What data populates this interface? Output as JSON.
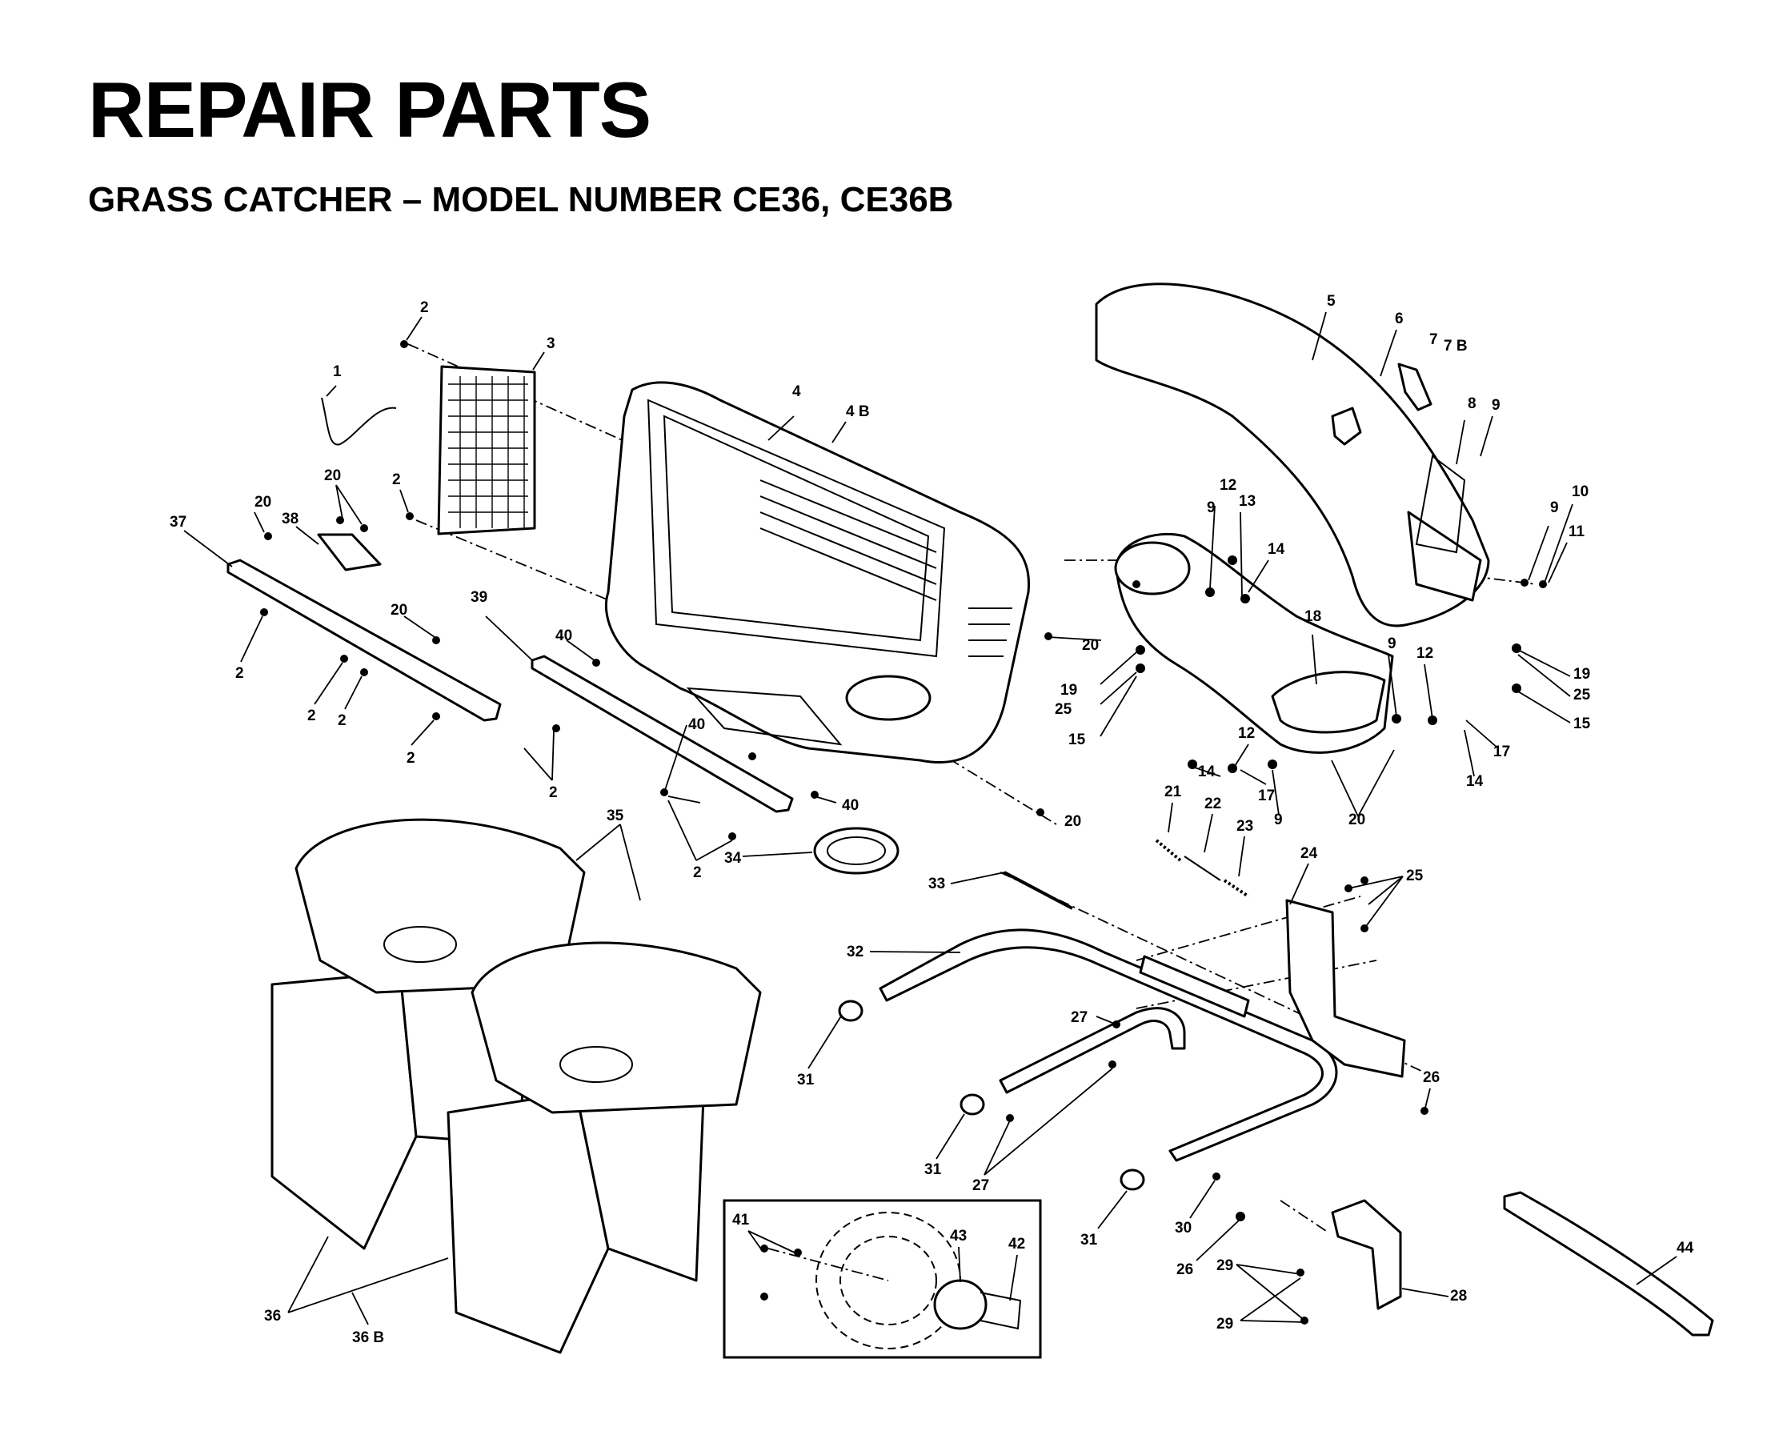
{
  "header": {
    "title": "REPAIR PARTS",
    "subtitle": "GRASS CATCHER – MODEL NUMBER CE36, CE36B"
  },
  "callouts": [
    {
      "id": "c1",
      "text": "1"
    },
    {
      "id": "c2a",
      "text": "2"
    },
    {
      "id": "c3",
      "text": "3"
    },
    {
      "id": "c2b",
      "text": "2"
    },
    {
      "id": "c20a",
      "text": "20"
    },
    {
      "id": "c20b",
      "text": "20"
    },
    {
      "id": "c38",
      "text": "38"
    },
    {
      "id": "c37",
      "text": "37"
    },
    {
      "id": "c2c",
      "text": "2"
    },
    {
      "id": "c2d",
      "text": "2"
    },
    {
      "id": "c2e",
      "text": "2"
    },
    {
      "id": "c20c",
      "text": "20"
    },
    {
      "id": "c2f",
      "text": "2"
    },
    {
      "id": "c39",
      "text": "39"
    },
    {
      "id": "c40a",
      "text": "40"
    },
    {
      "id": "c40b",
      "text": "40"
    },
    {
      "id": "c2g",
      "text": "2"
    },
    {
      "id": "c40c",
      "text": "40"
    },
    {
      "id": "c2h",
      "text": "2"
    },
    {
      "id": "c34",
      "text": "34"
    },
    {
      "id": "c4",
      "text": "4"
    },
    {
      "id": "c4b",
      "text": "4 B"
    },
    {
      "id": "c5",
      "text": "5"
    },
    {
      "id": "c6",
      "text": "6"
    },
    {
      "id": "c7",
      "text": "7"
    },
    {
      "id": "c7b",
      "text": "7 B"
    },
    {
      "id": "c8",
      "text": "8"
    },
    {
      "id": "c9a",
      "text": "9"
    },
    {
      "id": "c10",
      "text": "10"
    },
    {
      "id": "c9b",
      "text": "9"
    },
    {
      "id": "c11",
      "text": "11"
    },
    {
      "id": "c12a",
      "text": "12"
    },
    {
      "id": "c13",
      "text": "13"
    },
    {
      "id": "c9c",
      "text": "9"
    },
    {
      "id": "c14a",
      "text": "14"
    },
    {
      "id": "c20d",
      "text": "20"
    },
    {
      "id": "c18",
      "text": "18"
    },
    {
      "id": "c19a",
      "text": "19"
    },
    {
      "id": "c25a",
      "text": "25"
    },
    {
      "id": "c15a",
      "text": "15"
    },
    {
      "id": "c9d",
      "text": "9"
    },
    {
      "id": "c12b",
      "text": "12"
    },
    {
      "id": "c19b",
      "text": "19"
    },
    {
      "id": "c25b",
      "text": "25"
    },
    {
      "id": "c15b",
      "text": "15"
    },
    {
      "id": "c17a",
      "text": "17"
    },
    {
      "id": "c14b",
      "text": "14"
    },
    {
      "id": "c12c",
      "text": "12"
    },
    {
      "id": "c14c",
      "text": "14"
    },
    {
      "id": "c17b",
      "text": "17"
    },
    {
      "id": "c9e",
      "text": "9"
    },
    {
      "id": "c20e",
      "text": "20"
    },
    {
      "id": "c20f",
      "text": "20"
    },
    {
      "id": "c21",
      "text": "21"
    },
    {
      "id": "c22",
      "text": "22"
    },
    {
      "id": "c23",
      "text": "23"
    },
    {
      "id": "c24",
      "text": "24"
    },
    {
      "id": "c25c",
      "text": "25"
    },
    {
      "id": "c33",
      "text": "33"
    },
    {
      "id": "c32",
      "text": "32"
    },
    {
      "id": "c27a",
      "text": "27"
    },
    {
      "id": "c31a",
      "text": "31"
    },
    {
      "id": "c26a",
      "text": "26"
    },
    {
      "id": "c31b",
      "text": "31"
    },
    {
      "id": "c27b",
      "text": "27"
    },
    {
      "id": "c31c",
      "text": "31"
    },
    {
      "id": "c30",
      "text": "30"
    },
    {
      "id": "c26b",
      "text": "26"
    },
    {
      "id": "c29a",
      "text": "29"
    },
    {
      "id": "c28",
      "text": "28"
    },
    {
      "id": "c29b",
      "text": "29"
    },
    {
      "id": "c44",
      "text": "44"
    },
    {
      "id": "c35",
      "text": "35"
    },
    {
      "id": "c36",
      "text": "36"
    },
    {
      "id": "c36b",
      "text": "36 B"
    },
    {
      "id": "c41",
      "text": "41"
    },
    {
      "id": "c43",
      "text": "43"
    },
    {
      "id": "c42",
      "text": "42"
    }
  ]
}
